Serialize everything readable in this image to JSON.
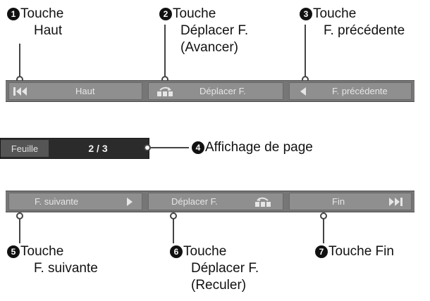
{
  "callouts": {
    "c1": {
      "num": "1",
      "title": "Touche",
      "sub": [
        "Haut"
      ]
    },
    "c2": {
      "num": "2",
      "title": "Touche",
      "sub": [
        "Déplacer F.",
        "(Avancer)"
      ]
    },
    "c3": {
      "num": "3",
      "title": "Touche",
      "sub": [
        "F. précédente"
      ]
    },
    "c4": {
      "num": "4",
      "title": "Affichage de page"
    },
    "c5": {
      "num": "5",
      "title": "Touche",
      "sub": [
        "F. suivante"
      ]
    },
    "c6": {
      "num": "6",
      "title": "Touche",
      "sub": [
        "Déplacer F.",
        "(Reculer)"
      ]
    },
    "c7": {
      "num": "7",
      "title": "Touche Fin"
    }
  },
  "toolbar_top": {
    "home_label": "Haut",
    "move_forward_label": "Déplacer F.",
    "prev_label": "F. précédente"
  },
  "page_display": {
    "label": "Feuille",
    "value": "2 / 3"
  },
  "toolbar_bottom": {
    "next_label": "F. suivante",
    "move_back_label": "Déplacer F.",
    "end_label": "Fin"
  },
  "colors": {
    "toolbar_bg": "#767676",
    "button_bg": "#8f8f8f",
    "button_text": "#e6e6e6",
    "page_display_bg": "#2b2b2b"
  },
  "icons": {
    "home": "skip-to-first-icon",
    "move_forward": "move-sheet-forward-icon",
    "prev": "triangle-left-icon",
    "next": "triangle-right-icon",
    "move_back": "move-sheet-back-icon",
    "end": "skip-to-last-icon"
  }
}
